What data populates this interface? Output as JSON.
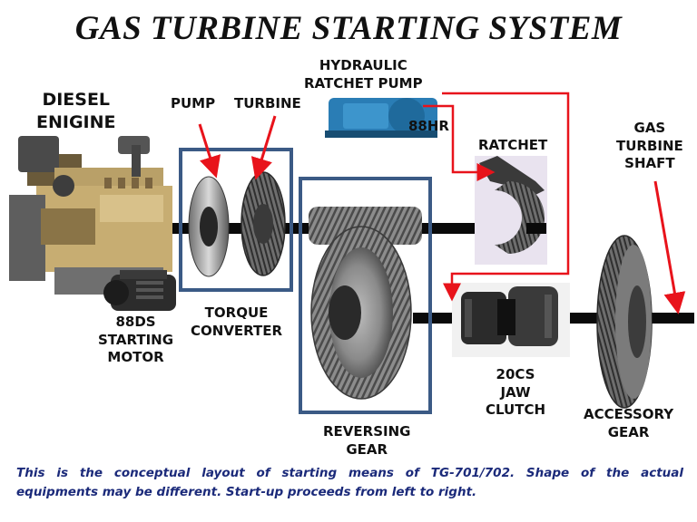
{
  "title": "GAS TURBINE STARTING SYSTEM",
  "labels": {
    "diesel_engine": [
      "DIESEL",
      "ENIGINE"
    ],
    "pump": "PUMP",
    "turbine": "TURBINE",
    "hydraulic_ratchet_pump": [
      "HYDRAULIC",
      "RATCHET PUMP"
    ],
    "hr_code": "88HR",
    "ratchet": "RATCHET",
    "gas_turbine_shaft": [
      "GAS",
      "TURBINE",
      "SHAFT"
    ],
    "starting_motor": [
      "88DS",
      "STARTING",
      "MOTOR"
    ],
    "torque_converter": [
      "TORQUE",
      "CONVERTER"
    ],
    "reversing_gear": [
      "REVERSING",
      "GEAR"
    ],
    "jaw_clutch": [
      "20CS",
      "JAW",
      "CLUTCH"
    ],
    "accessory_gear": [
      "ACCESSORY",
      "GEAR"
    ]
  },
  "caption": [
    "This is the conceptual layout of starting means of TG-701/702. Shape of the actual",
    "equipments may be different. Start-up proceeds from left to right."
  ],
  "colors": {
    "title": "#111111",
    "caption": "#1b2a7a",
    "arrow": "#e8131b",
    "box": "#3b5a85",
    "shaft": "#0a0a0a"
  }
}
